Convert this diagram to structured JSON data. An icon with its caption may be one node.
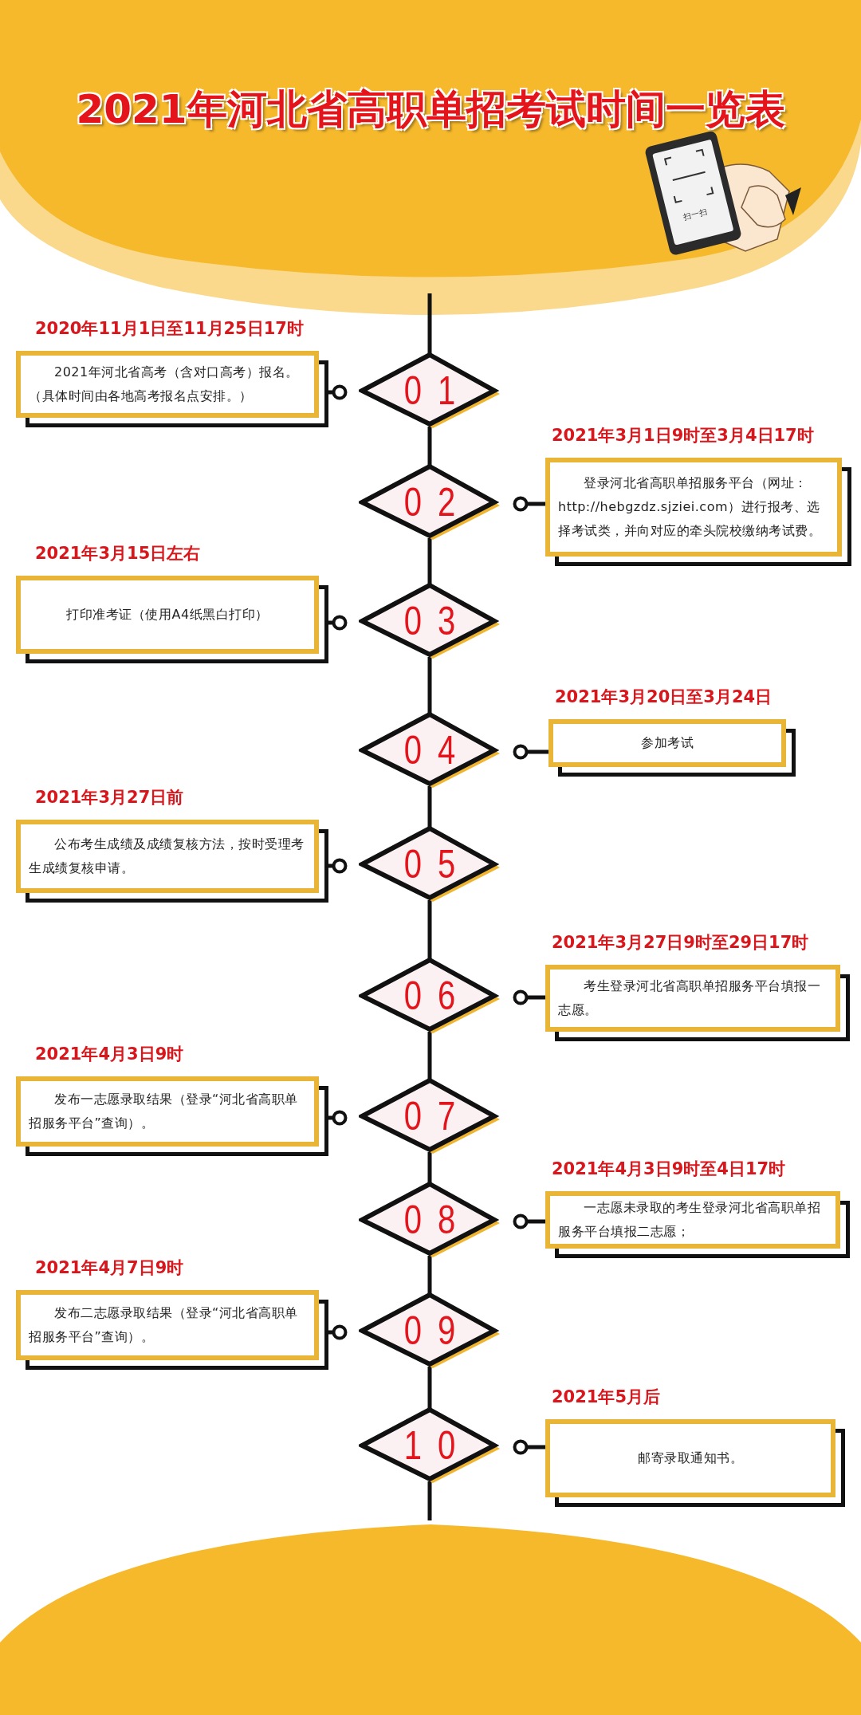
{
  "diagram": {
    "title": "2021年河北省高职单招考试时间一览表",
    "nodes": [
      {
        "text": [
          "2021年河北省高考（含对口高考）报名。（具体时间由各地高考报名点安排。）"
        ],
        "beside": [
          "2020年11月1日至11月25日17时"
        ]
      },
      {
        "text": [
          "01"
        ]
      },
      {
        "text": [
          "登录河北省高职单招服务平台（网址：http://hebgzdz.sjziei.com）进行报考、选择考试类，并向对应的牵头院校缴纳考试费。"
        ],
        "beside": [
          "2021年3月1日9时至3月4日17时"
        ]
      },
      {
        "text": [
          "02"
        ]
      },
      {
        "text": [
          "打印准考证（使用A4纸黑白打印）"
        ],
        "beside": [
          "2021年3月15日左右"
        ]
      },
      {
        "text": [
          "03"
        ]
      },
      {
        "text": [
          "参加考试"
        ],
        "beside": [
          "2021年3月20日至3月24日"
        ]
      },
      {
        "text": [
          "04"
        ]
      },
      {
        "text": [
          "公布考生成绩及成绩复核方法，按时受理考生成绩复核申请。"
        ],
        "beside": [
          "2021年3月27日前"
        ]
      },
      {
        "text": [
          "05"
        ]
      },
      {
        "text": [
          "考生登录河北省高职单招服务平台填报一志愿。"
        ],
        "beside": [
          "2021年3月27日9时至29日17时"
        ]
      },
      {
        "text": [
          "06"
        ]
      },
      {
        "text": [
          "发布一志愿录取结果（登录“河北省高职单招服务平台”查询）。"
        ],
        "beside": [
          "2021年4月3日9时"
        ]
      },
      {
        "text": [
          "07"
        ]
      },
      {
        "text": [
          "一志愿未录取的考生登录河北省高职单招服务平台填报二志愿；"
        ],
        "beside": [
          "2021年4月3日9时至4日17时"
        ]
      },
      {
        "text": [
          "08"
        ]
      },
      {
        "text": [
          "发布二志愿录取结果（登录“河北省高职单招服务平台”查询）。"
        ],
        "beside": [
          "2021年4月7日9时"
        ]
      },
      {
        "text": [
          "09"
        ]
      },
      {
        "text": [
          "邮寄录取通知书。"
        ],
        "beside": [
          "2021年5月后"
        ]
      },
      {
        "text": [
          "10"
        ]
      }
    ],
    "edges": [
      {
        "from": 1,
        "to": 3,
        "arrow": "none"
      },
      {
        "from": 3,
        "to": 5,
        "arrow": "none"
      },
      {
        "from": 5,
        "to": 7,
        "arrow": "none"
      },
      {
        "from": 7,
        "to": 9,
        "arrow": "none"
      },
      {
        "from": 9,
        "to": 11,
        "arrow": "none"
      },
      {
        "from": 11,
        "to": 13,
        "arrow": "none"
      },
      {
        "from": 13,
        "to": 15,
        "arrow": "none"
      },
      {
        "from": 15,
        "to": 17,
        "arrow": "none"
      },
      {
        "from": 17,
        "to": 19,
        "arrow": "none"
      },
      {
        "from": 0,
        "to": 1,
        "arrow": "other"
      },
      {
        "from": 2,
        "to": 3,
        "arrow": "other"
      },
      {
        "from": 4,
        "to": 5,
        "arrow": "other"
      },
      {
        "from": 6,
        "to": 7,
        "arrow": "other"
      },
      {
        "from": 8,
        "to": 9,
        "arrow": "other"
      },
      {
        "from": 10,
        "to": 11,
        "arrow": "other"
      },
      {
        "from": 12,
        "to": 13,
        "arrow": "other"
      },
      {
        "from": 14,
        "to": 15,
        "arrow": "other"
      },
      {
        "from": 16,
        "to": 17,
        "arrow": "other"
      },
      {
        "from": 18,
        "to": 19,
        "arrow": "other"
      }
    ],
    "labels": [
      "扫一扫"
    ]
  }
}
